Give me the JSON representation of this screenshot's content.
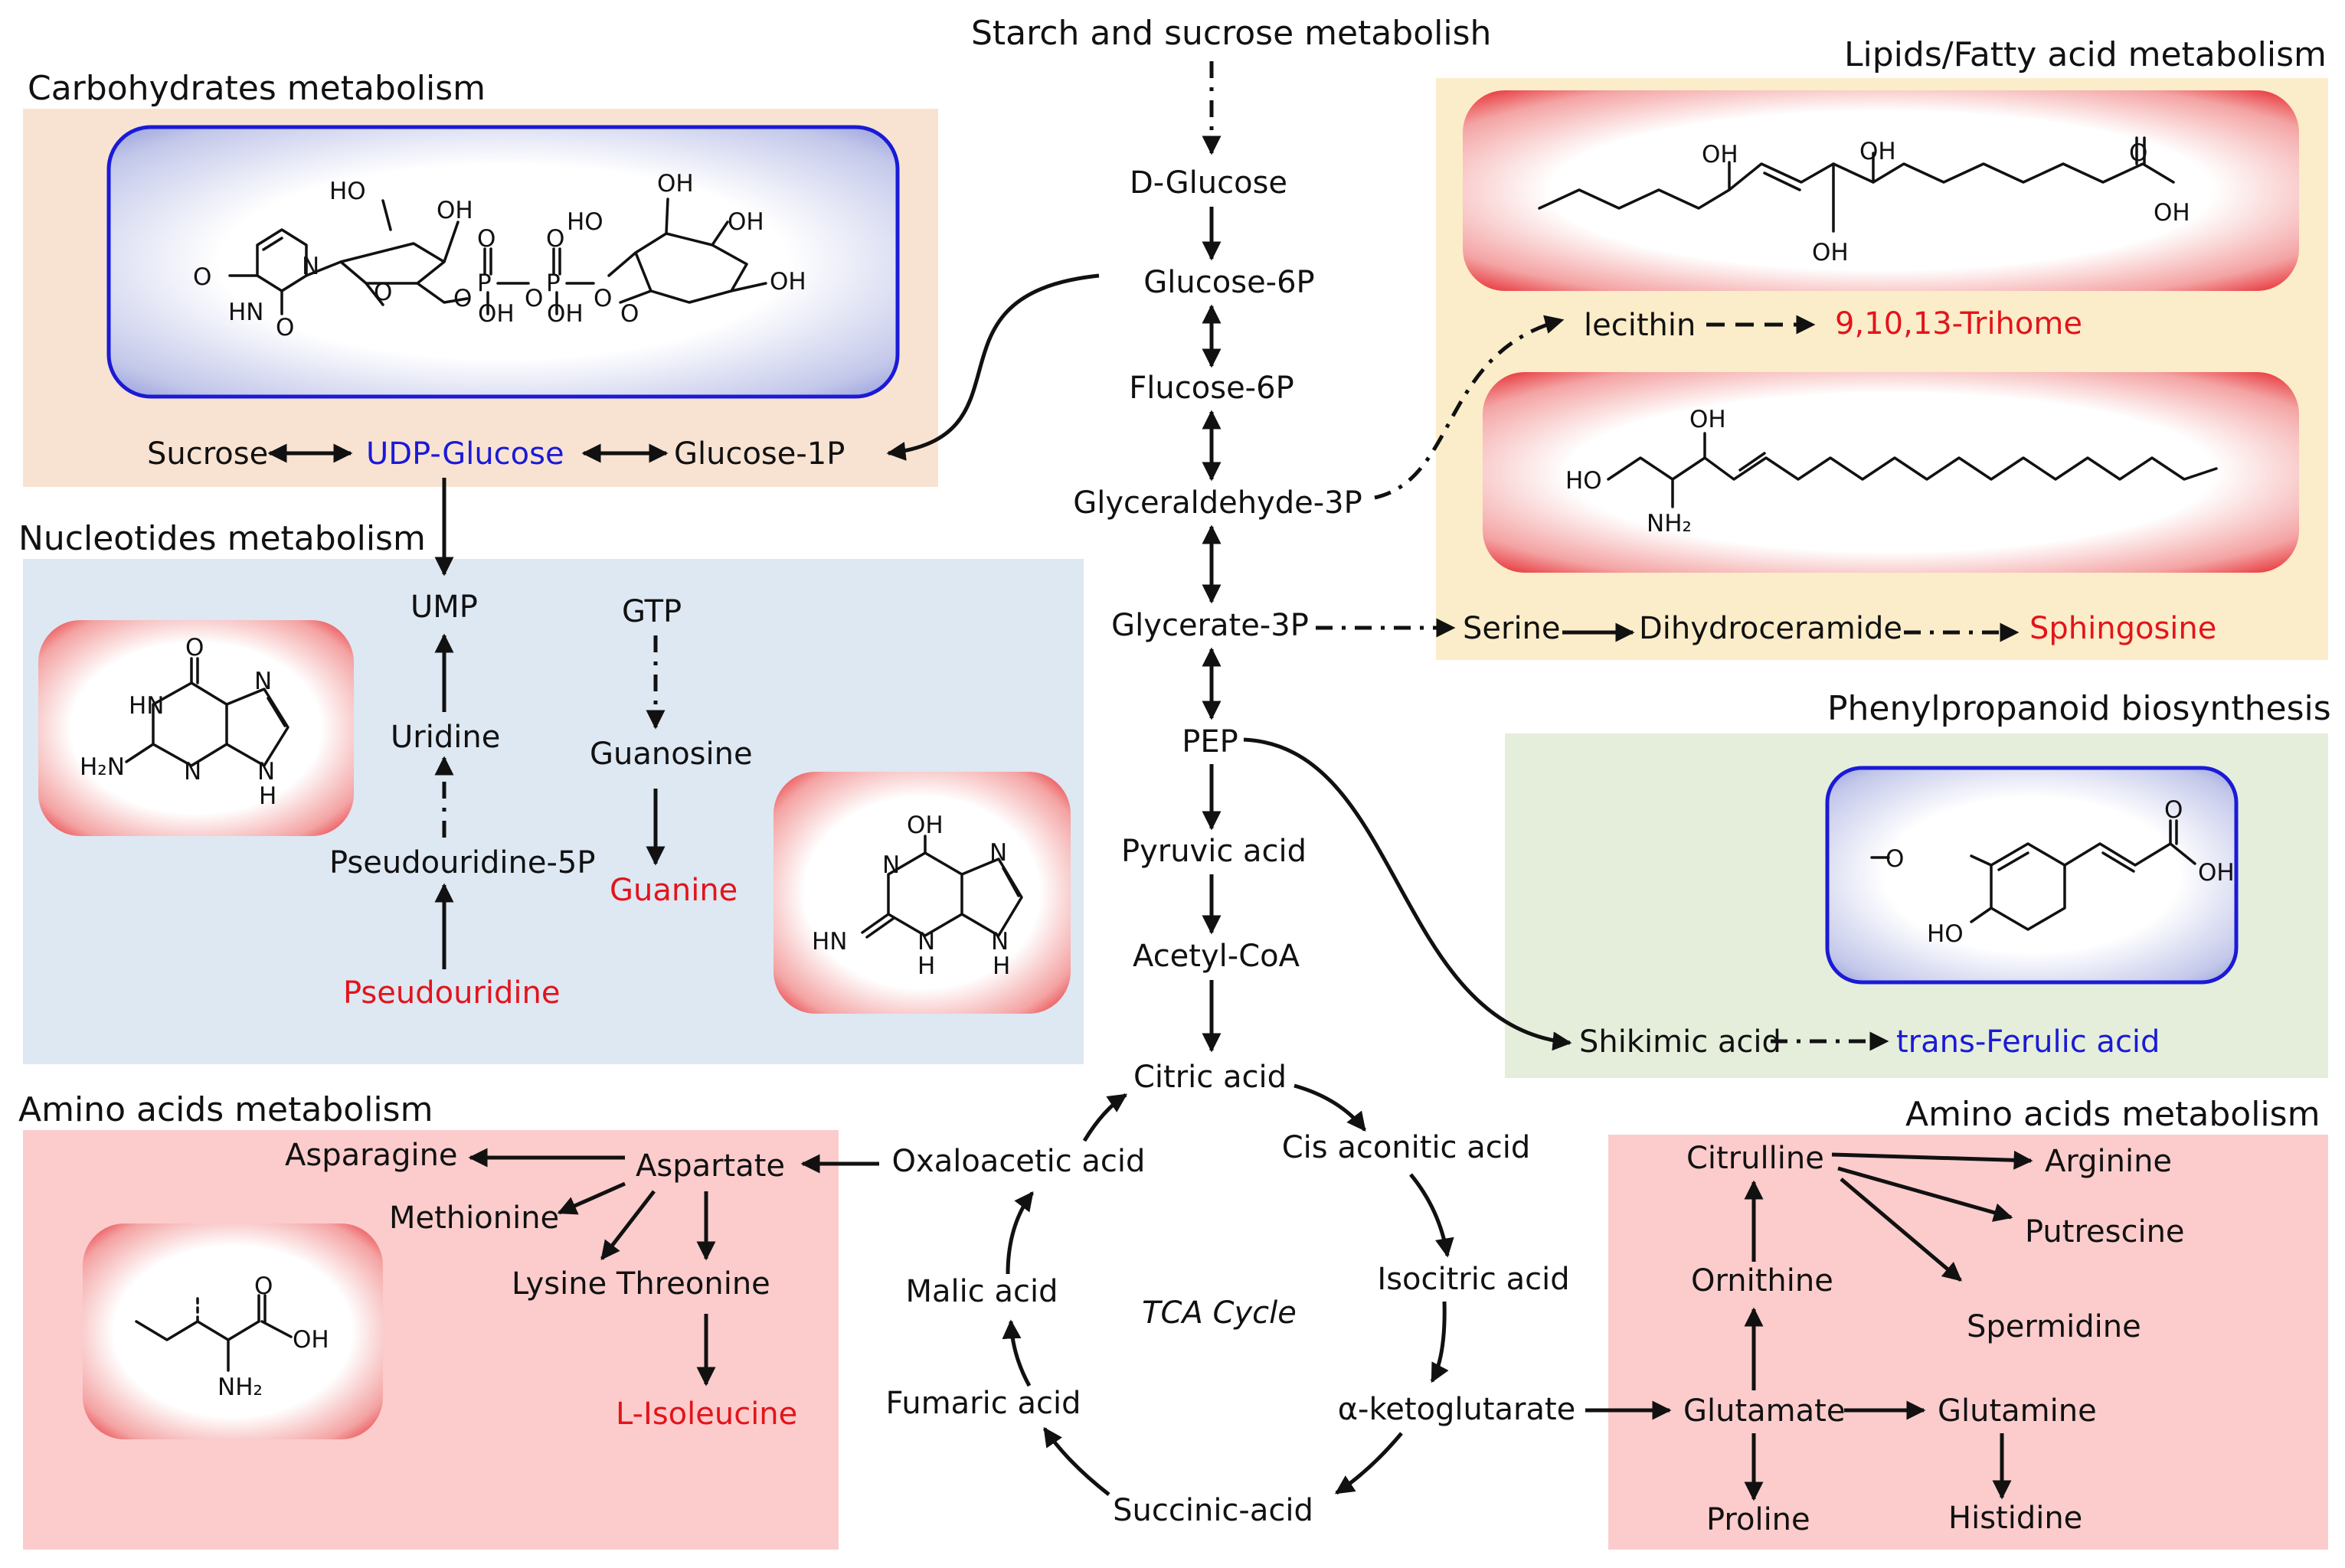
{
  "colors": {
    "carb_bg": "#f8e3d3",
    "nuc_bg": "#dde8f3",
    "lipid_bg": "#fbedc9",
    "phenyl_bg": "#e5eedb",
    "amino_bg": "#fccccc",
    "red": "#e3141b",
    "blue": "#1a1ad6"
  },
  "titles": {
    "starch": "Starch and sucrose metabolish",
    "carb": "Carbohydrates metabolism",
    "lipid": "Lipids/Fatty acid metabolism",
    "nuc": "Nucleotides metabolism",
    "phenyl": "Phenylpropanoid biosynthesis",
    "amino_left": "Amino acids metabolism",
    "amino_right": "Amino acids metabolism"
  },
  "central": {
    "d_glucose": "D-Glucose",
    "glucose_6p": "Glucose-6P",
    "flucose_6p": "Flucose-6P",
    "glyceraldehyde_3p": "Glyceraldehyde-3P",
    "glycerate_3p": "Glycerate-3P",
    "pep": "PEP",
    "pyruvic": "Pyruvic acid",
    "acetyl_coa": "Acetyl-CoA"
  },
  "carb": {
    "sucrose": "Sucrose",
    "udp_glucose": "UDP-Glucose",
    "glucose_1p": "Glucose-1P"
  },
  "lipid": {
    "lecithin": "lecithin",
    "trihome": "9,10,13-Trihome",
    "serine": "Serine",
    "dihydroceramide": "Dihydroceramide",
    "sphingosine": "Sphingosine"
  },
  "nuc": {
    "ump": "UMP",
    "uridine": "Uridine",
    "pseudouridine_5p": "Pseudouridine-5P",
    "pseudouridine": "Pseudouridine",
    "gtp": "GTP",
    "guanosine": "Guanosine",
    "guanine": "Guanine"
  },
  "phenyl": {
    "shikimic": "Shikimic acid",
    "ferulic": "trans-Ferulic acid"
  },
  "tca": {
    "center": "TCA Cycle",
    "citric": "Citric acid",
    "cis_aconitic": "Cis aconitic acid",
    "isocitric": "Isocitric acid",
    "ketoglutarate": "α-ketoglutarate",
    "succinic": "Succinic-acid",
    "fumaric": "Fumaric acid",
    "malic": "Malic acid",
    "oxaloacetic": "Oxaloacetic acid"
  },
  "amino_left": {
    "asparagine": "Asparagine",
    "aspartate": "Aspartate",
    "methionine": "Methionine",
    "lysine_threonine": "Lysine Threonine",
    "isoleucine": "L-Isoleucine"
  },
  "amino_right": {
    "citrulline": "Citrulline",
    "arginine": "Arginine",
    "putrescine": "Putrescine",
    "spermidine": "Spermidine",
    "ornithine": "Ornithine",
    "glutamate": "Glutamate",
    "glutamine": "Glutamine",
    "proline": "Proline",
    "histidine": "Histidine"
  },
  "chem": {
    "oh": "OH",
    "ho": "HO",
    "o": "O",
    "hn": "HN",
    "n": "N",
    "h": "H",
    "p": "P",
    "h2n": "H₂N",
    "nh2": "NH₂"
  }
}
